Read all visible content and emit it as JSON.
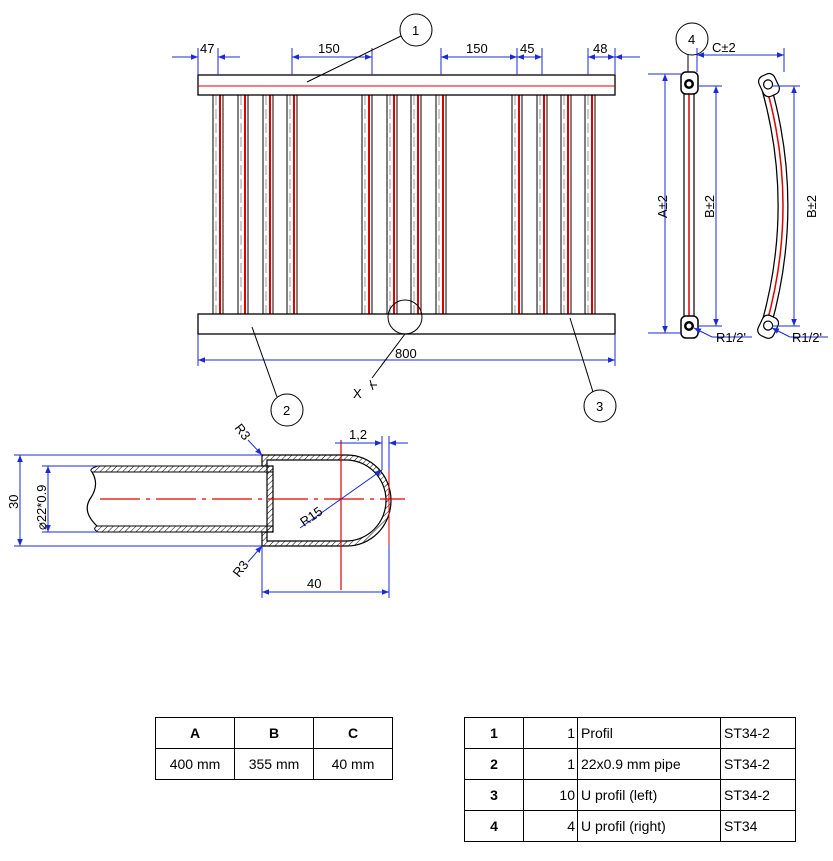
{
  "drawing": {
    "dims": {
      "top": [
        "47",
        "150",
        "150",
        "45",
        "48"
      ],
      "overall_width": "800",
      "side_c": "C±2",
      "side_a": "A±2",
      "side_b1": "B±2",
      "side_b2": "B±2",
      "thread1": "R1/2'",
      "thread2": "R1/2'",
      "detail_30": "30",
      "detail_dia": "⌀22*0.9",
      "detail_r3_top": "R3",
      "detail_r3_bottom": "R3",
      "detail_r15": "R15",
      "detail_12": "1,2",
      "detail_40": "40",
      "detail_marker": "X"
    },
    "balloons": [
      "1",
      "2",
      "3",
      "4"
    ],
    "colors": {
      "line": "#000000",
      "centerline": "#e00000",
      "dimension": "#1a2bd6",
      "fill": "#ffffff"
    }
  },
  "dims_table": {
    "headers": [
      "A",
      "B",
      "C"
    ],
    "values": [
      "400 mm",
      "355 mm",
      "40 mm"
    ]
  },
  "parts_table": [
    {
      "pos": "1",
      "qty": "1",
      "desc": "Profil",
      "mat": "ST34-2"
    },
    {
      "pos": "2",
      "qty": "1",
      "desc": "22x0.9 mm pipe",
      "mat": "ST34-2"
    },
    {
      "pos": "3",
      "qty": "10",
      "desc": "U profil (left)",
      "mat": "ST34-2"
    },
    {
      "pos": "4",
      "qty": "4",
      "desc": "U profil (right)",
      "mat": "ST34"
    }
  ]
}
